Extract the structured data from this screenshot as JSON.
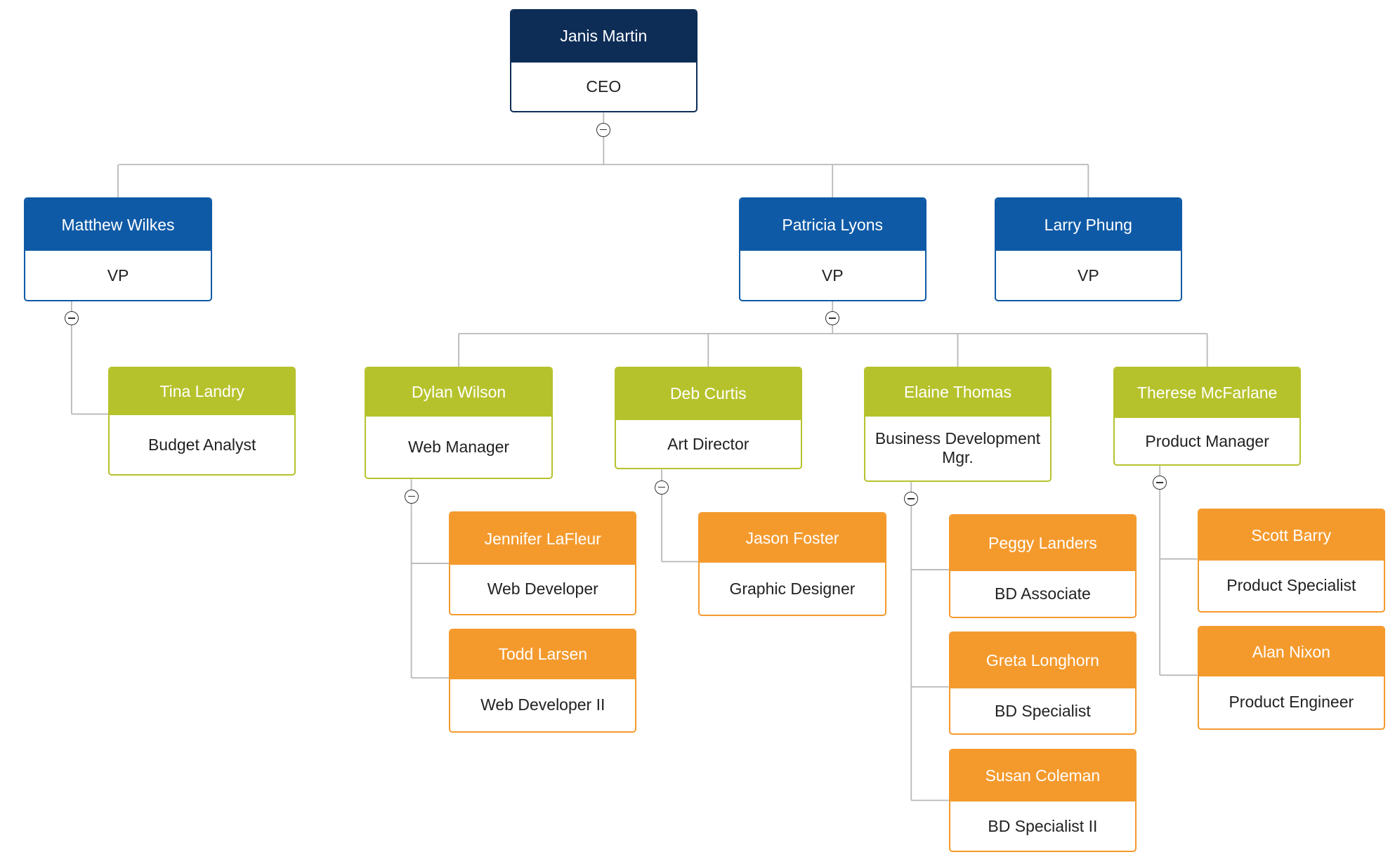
{
  "colors": {
    "ceo": "#0d2d57",
    "vp": "#0e5aa6",
    "manager": "#b6c22c",
    "staff": "#f49a2d",
    "connector": "#b8b8b8"
  },
  "collapse_icon": "circle-minus-icon",
  "people": [
    {
      "id": "janis",
      "name": "Janis Martin",
      "role": "CEO",
      "level": "ceo",
      "parent": null
    },
    {
      "id": "matthew",
      "name": "Matthew Wilkes",
      "role": "VP",
      "level": "vp",
      "parent": "janis"
    },
    {
      "id": "patricia",
      "name": "Patricia Lyons",
      "role": "VP",
      "level": "vp",
      "parent": "janis"
    },
    {
      "id": "larry",
      "name": "Larry Phung",
      "role": "VP",
      "level": "vp",
      "parent": "janis"
    },
    {
      "id": "tina",
      "name": "Tina Landry",
      "role": "Budget Analyst",
      "level": "manager",
      "parent": "matthew"
    },
    {
      "id": "dylan",
      "name": "Dylan Wilson",
      "role": "Web Manager",
      "level": "manager",
      "parent": "patricia"
    },
    {
      "id": "deb",
      "name": "Deb Curtis",
      "role": "Art Director",
      "level": "manager",
      "parent": "patricia"
    },
    {
      "id": "elaine",
      "name": "Elaine Thomas",
      "role": "Business Development Mgr.",
      "level": "manager",
      "parent": "patricia"
    },
    {
      "id": "therese",
      "name": "Therese McFarlane",
      "role": "Product Manager",
      "level": "manager",
      "parent": "patricia"
    },
    {
      "id": "jennifer",
      "name": "Jennifer LaFleur",
      "role": "Web Developer",
      "level": "staff",
      "parent": "dylan"
    },
    {
      "id": "todd",
      "name": "Todd Larsen",
      "role": "Web Developer II",
      "level": "staff",
      "parent": "dylan"
    },
    {
      "id": "jason",
      "name": "Jason Foster",
      "role": "Graphic Designer",
      "level": "staff",
      "parent": "deb"
    },
    {
      "id": "peggy",
      "name": "Peggy Landers",
      "role": "BD Associate",
      "level": "staff",
      "parent": "elaine"
    },
    {
      "id": "greta",
      "name": "Greta Longhorn",
      "role": "BD Specialist",
      "level": "staff",
      "parent": "elaine"
    },
    {
      "id": "susan",
      "name": "Susan Coleman",
      "role": "BD Specialist II",
      "level": "staff",
      "parent": "elaine"
    },
    {
      "id": "scott",
      "name": "Scott Barry",
      "role": "Product Specialist",
      "level": "staff",
      "parent": "therese"
    },
    {
      "id": "alan",
      "name": "Alan Nixon",
      "role": "Product Engineer",
      "level": "staff",
      "parent": "therese"
    }
  ]
}
